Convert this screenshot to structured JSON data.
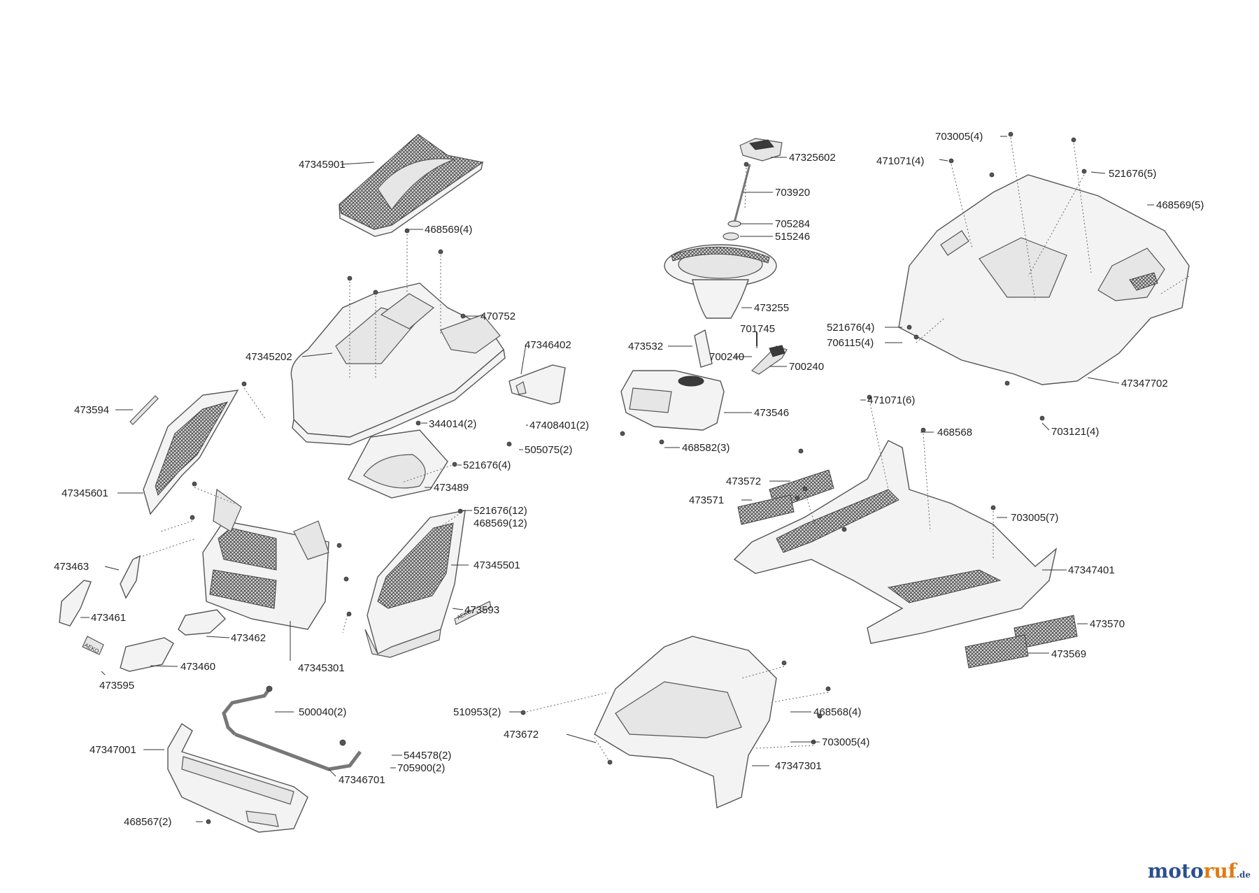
{
  "labels": [
    "47345901",
    "468569(4)",
    "470752",
    "47345202",
    "47346402",
    "473594",
    "344014(2)",
    "47408401(2)",
    "505075(2)",
    "521676(4)",
    "473489",
    "47345601",
    "521676(12)",
    "468569(12)",
    "47345501",
    "473463",
    "473593",
    "473461",
    "473462",
    "47345301",
    "473460",
    "473595",
    "500040(2)",
    "47347001",
    "544578(2)",
    "705900(2)",
    "47346701",
    "468567(2)",
    "47325602",
    "703920",
    "705284",
    "515246",
    "473255",
    "701745",
    "473532",
    "700240",
    "700240",
    "473546",
    "468582(3)",
    "703005(4)",
    "471071(4)",
    "521676(5)",
    "468569(5)",
    "521676(4)",
    "706115(4)",
    "47347702",
    "703121(4)",
    "471071(6)",
    "468568",
    "473572",
    "473571",
    "703005(7)",
    "47347401",
    "473570",
    "473569",
    "510953(2)",
    "473672",
    "468568(4)",
    "703005(4)",
    "47347301"
  ],
  "decals": {
    "aeko_small": "AEKO",
    "aeko_plate": "AEKO"
  },
  "watermark": {
    "brand_a": "moto",
    "brand_b": "ruf",
    "tld": ".de"
  },
  "colors": {
    "line": "#555555",
    "text": "#222222",
    "brand_blue": "#2a4f8f",
    "brand_orange": "#e07a12"
  }
}
